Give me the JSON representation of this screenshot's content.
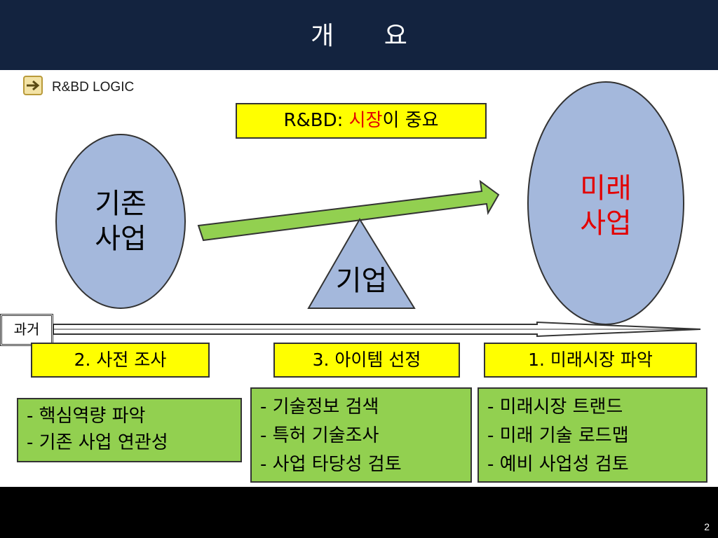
{
  "slide": {
    "title": "개   요",
    "page_number": "2"
  },
  "section": {
    "icon": "arrow-right-icon",
    "label": "R&BD LOGIC"
  },
  "rbd_note": {
    "prefix": "R&BD: ",
    "highlight": "시장",
    "suffix": "이 중요"
  },
  "existing_business": {
    "line1": "기존",
    "line2": "사업"
  },
  "future_business": {
    "line1": "미래",
    "line2": "사업"
  },
  "company": {
    "label": "기업"
  },
  "timeline": {
    "past_label": "과거"
  },
  "steps": {
    "step_2": "2. 사전 조사",
    "step_3": "3. 아이템 선정",
    "step_1": "1. 미래시장 파악"
  },
  "details": {
    "left": [
      "- 핵심역량 파악",
      "- 기존 사업 연관성"
    ],
    "middle": [
      "- 기술정보 검색",
      "- 특허 기술조사",
      "- 사업 타당성 검토"
    ],
    "right": [
      "- 미래시장 트랜드",
      "- 미래 기술 로드맵",
      "- 예비 사업성 검토"
    ]
  },
  "colors": {
    "header": "#13233f",
    "ellipse_fill": "#a4b8dc",
    "arrow_fill": "#92d050",
    "step_box": "#ffff00",
    "detail_box": "#92d050",
    "highlight_text": "#e30000"
  }
}
